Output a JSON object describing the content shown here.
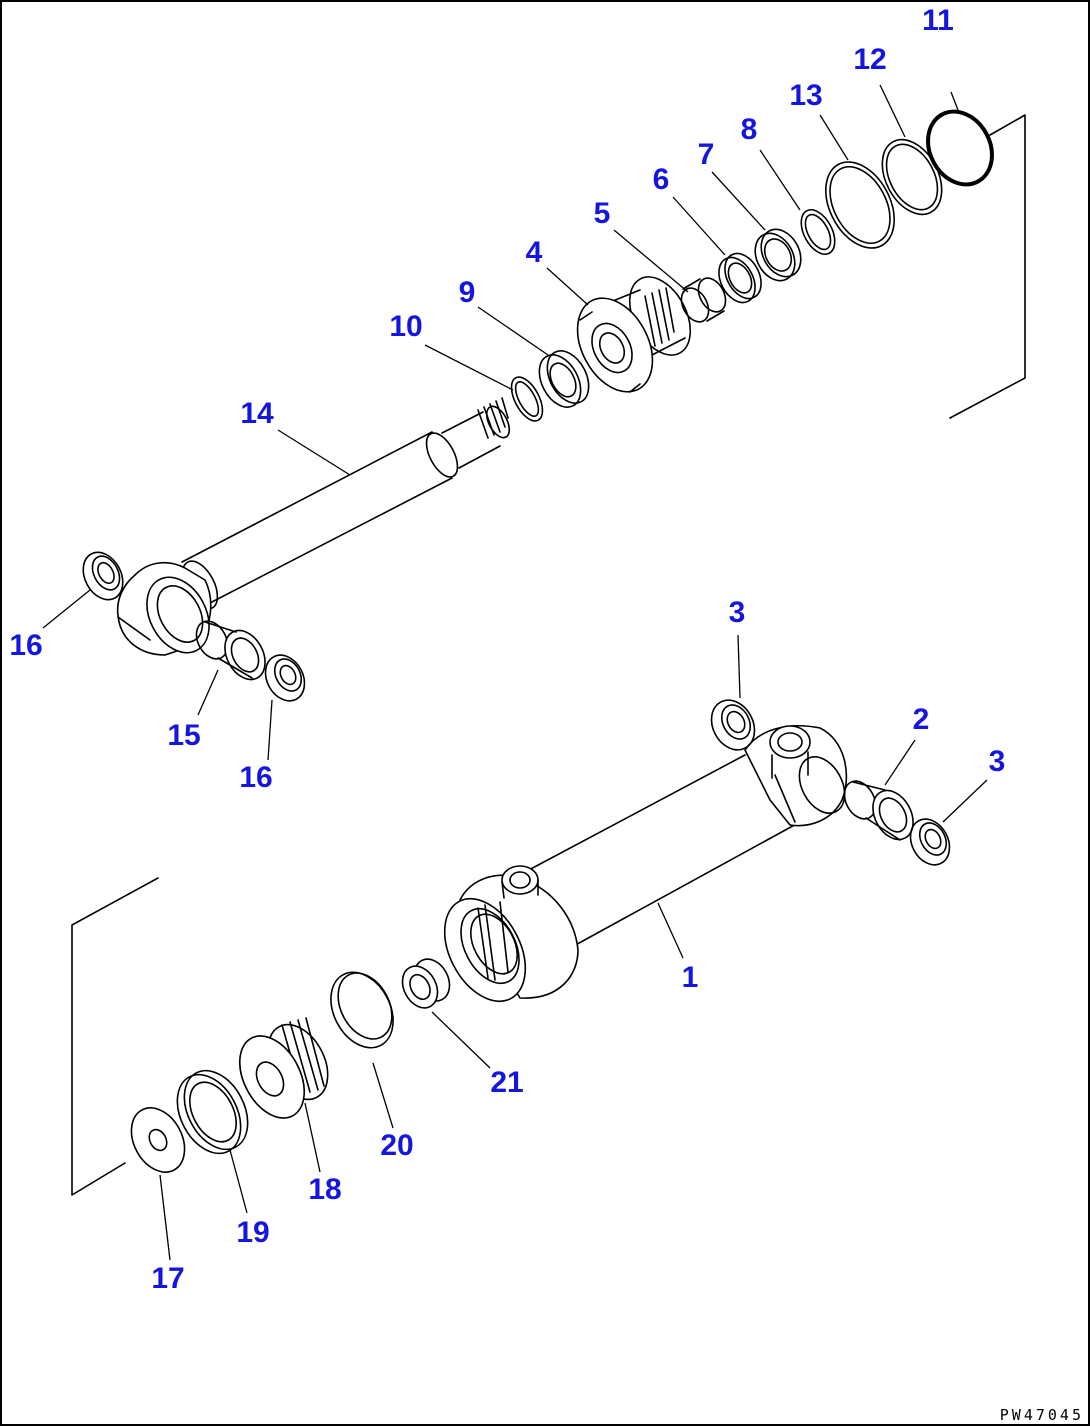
{
  "diagram": {
    "callout_color": "#1515e0",
    "drawing_code": "PW47045",
    "callouts": [
      {
        "id": "11",
        "label": "11"
      },
      {
        "id": "12",
        "label": "12"
      },
      {
        "id": "13",
        "label": "13"
      },
      {
        "id": "8",
        "label": "8"
      },
      {
        "id": "7",
        "label": "7"
      },
      {
        "id": "6",
        "label": "6"
      },
      {
        "id": "5",
        "label": "5"
      },
      {
        "id": "4",
        "label": "4"
      },
      {
        "id": "9",
        "label": "9"
      },
      {
        "id": "10",
        "label": "10"
      },
      {
        "id": "14",
        "label": "14"
      },
      {
        "id": "16a",
        "label": "16"
      },
      {
        "id": "15",
        "label": "15"
      },
      {
        "id": "16b",
        "label": "16"
      },
      {
        "id": "3a",
        "label": "3"
      },
      {
        "id": "2",
        "label": "2"
      },
      {
        "id": "3b",
        "label": "3"
      },
      {
        "id": "1",
        "label": "1"
      },
      {
        "id": "21",
        "label": "21"
      },
      {
        "id": "20",
        "label": "20"
      },
      {
        "id": "18",
        "label": "18"
      },
      {
        "id": "19",
        "label": "19"
      },
      {
        "id": "17",
        "label": "17"
      }
    ]
  }
}
